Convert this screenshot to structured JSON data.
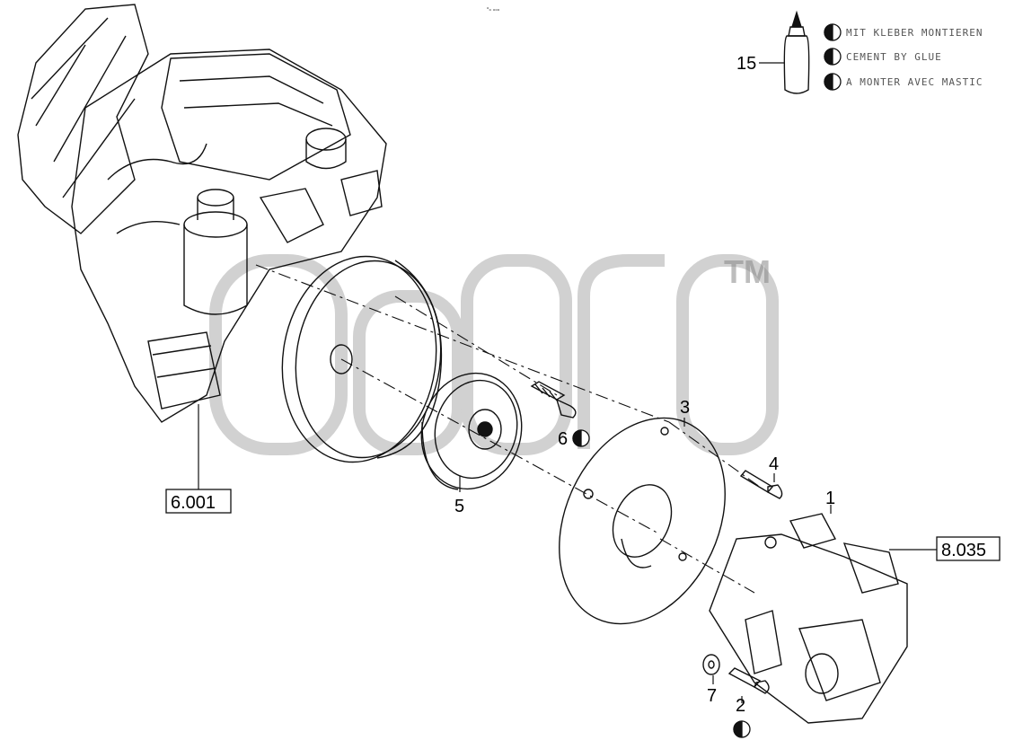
{
  "header": {
    "top_mark": "ᵒₒ ₒₒₒ"
  },
  "legend": {
    "part_number": "15",
    "lines": [
      "MIT KLEBER MONTIEREN",
      "CEMENT BY GLUE",
      "A MONTER AVEC MASTIC"
    ]
  },
  "callouts": {
    "p1": "1",
    "p2": "2",
    "p3": "3",
    "p4": "4",
    "p5": "5",
    "p6": "6",
    "p7": "7"
  },
  "references": {
    "engine": "6.001",
    "pump": "8.035"
  },
  "watermark": {
    "tm": "TM"
  }
}
